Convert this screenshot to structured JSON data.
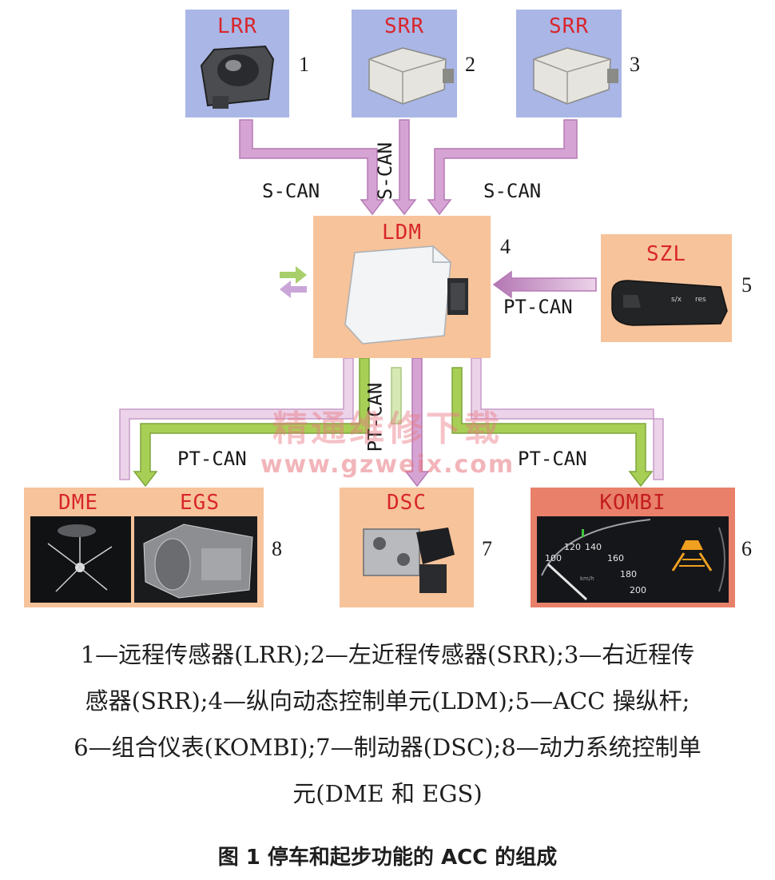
{
  "nodes": {
    "lrr": {
      "label": "LRR",
      "number": "1"
    },
    "srr_left": {
      "label": "SRR",
      "number": "2"
    },
    "srr_right": {
      "label": "SRR",
      "number": "3"
    },
    "ldm": {
      "label": "LDM",
      "number": "4"
    },
    "szl": {
      "label": "SZL",
      "number": "5"
    },
    "kombi": {
      "label": "KOMBI",
      "number": "6"
    },
    "dsc": {
      "label": "DSC",
      "number": "7"
    },
    "dme": {
      "label": "DME"
    },
    "egs": {
      "label": "EGS",
      "number": "8"
    }
  },
  "bus_labels": {
    "scan_left": "S-CAN",
    "scan_center": "S-CAN",
    "scan_right": "S-CAN",
    "ptcan_szl": "PT-CAN",
    "ptcan_left": "PT-CAN",
    "ptcan_center": "PT-CAN",
    "ptcan_right": "PT-CAN"
  },
  "kombi_gauge": {
    "ticks": [
      "100",
      "120",
      "140",
      "160",
      "180",
      "200"
    ],
    "unit": "km/h"
  },
  "szl_marks": [
    "s/x",
    "res"
  ],
  "watermark": {
    "line1": "精通维修下载",
    "line2": "www.gzweix.com"
  },
  "caption": {
    "line1": "1—远程传感器(LRR);2—左近程传感器(SRR);3—右近程传",
    "line2": "感器(SRR);4—纵向动态控制单元(LDM);5—ACC 操纵杆;",
    "line3": "6—组合仪表(KOMBI);7—制动器(DSC);8—动力系统控制单",
    "line4": "元(DME 和 EGS)"
  },
  "figure_title": "图 1    停车和起步功能的 ACC 的组成",
  "colors": {
    "sensor_box": "#a9b6e6",
    "module_box": "#f7c39a",
    "kombi_box": "#e8806a",
    "label_red": "#d8262c",
    "bus_purple": "#c48bc4",
    "bus_purple_light": "#e7cde6",
    "bus_green": "#98c43c",
    "bus_green_light": "#d6e8b4"
  }
}
